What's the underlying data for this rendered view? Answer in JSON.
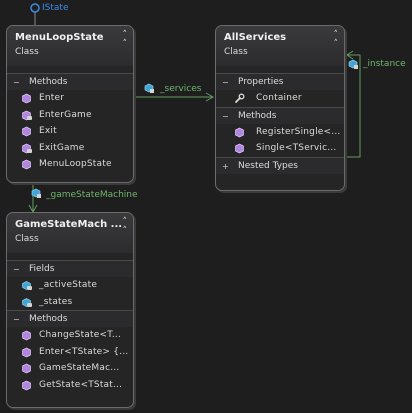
{
  "interface_label": "IState",
  "classes": {
    "menu": {
      "title": "MenuLoopState",
      "kind": "Class",
      "methods_label": "Methods",
      "methods": [
        "Enter",
        "EnterGame",
        "Exit",
        "ExitGame",
        "MenuLoopState"
      ]
    },
    "services": {
      "title": "AllServices",
      "kind": "Class",
      "properties_label": "Properties",
      "properties": [
        "Container"
      ],
      "methods_label": "Methods",
      "methods": [
        "RegisterSingle<...",
        "Single<TServic..."
      ],
      "nested_label": "Nested Types"
    },
    "gsm": {
      "title": "GameStateMach ...",
      "kind": "Class",
      "fields_label": "Fields",
      "fields": [
        "_activeState",
        "_states"
      ],
      "methods_label": "Methods",
      "methods": [
        "ChangeState<T...",
        "Enter<TState>  {...",
        "GameStateMac...",
        "GetState<TStat..."
      ]
    }
  },
  "associations": {
    "services": "_services",
    "instance": "_instance",
    "state_machine": "_gameStateMachine"
  },
  "colors": {
    "line": "#5f9f5f",
    "label": "#6fb56f",
    "interface": "#3c8ce6",
    "method_icon": "#b185e0",
    "field_icon": "#3fa7d8"
  }
}
